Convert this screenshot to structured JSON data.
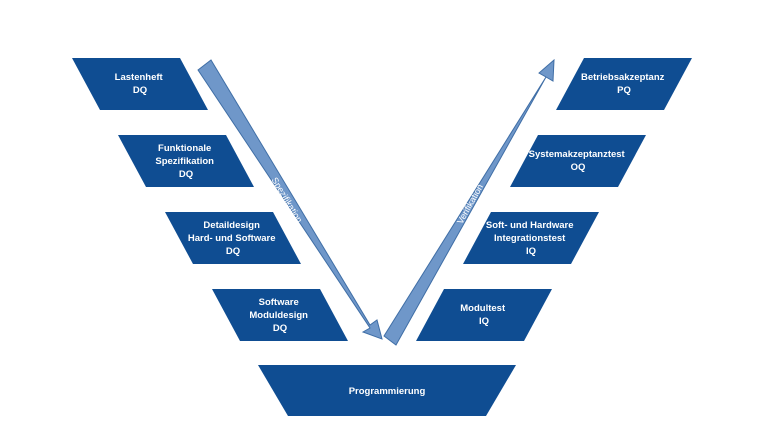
{
  "colors": {
    "box_fill": "#0f4d92",
    "arrow_fill": "#6f97c9",
    "arrow_stroke": "#3f6ea6"
  },
  "left_boxes": [
    {
      "lines": [
        "Lastenheft",
        "DQ"
      ]
    },
    {
      "lines": [
        "Funktionale",
        "Spezifikation",
        "DQ"
      ]
    },
    {
      "lines": [
        "Detaildesign",
        "Hard- und Software",
        "DQ"
      ]
    },
    {
      "lines": [
        "Software",
        "Moduldesign",
        "DQ"
      ]
    }
  ],
  "right_boxes": [
    {
      "lines": [
        "Betriebsakzeptanz",
        "PQ"
      ]
    },
    {
      "lines": [
        "Systemakzeptanztest",
        "OQ"
      ]
    },
    {
      "lines": [
        "Soft- und Hardware",
        "Integrationstest",
        "IQ"
      ]
    },
    {
      "lines": [
        "Modultest",
        "IQ"
      ]
    }
  ],
  "bottom_box": {
    "lines": [
      "Programmierung"
    ]
  },
  "arrows": {
    "left_label": "Spezifikation",
    "right_label": "Verifikation"
  }
}
